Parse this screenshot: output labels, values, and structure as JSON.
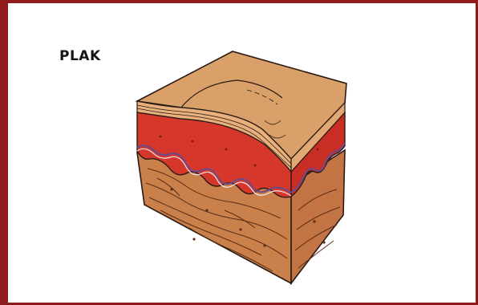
{
  "title": "PLAK",
  "colors": {
    "frame": "#8f1c1a",
    "epidermis": "#d9a06a",
    "dermis_red": "#d6372b",
    "subcutis": "#c9804a",
    "outline": "#2a1a12"
  },
  "regions": [
    "skin-surface",
    "epidermis-layer",
    "dermis-layer",
    "subcutaneous-layer"
  ]
}
